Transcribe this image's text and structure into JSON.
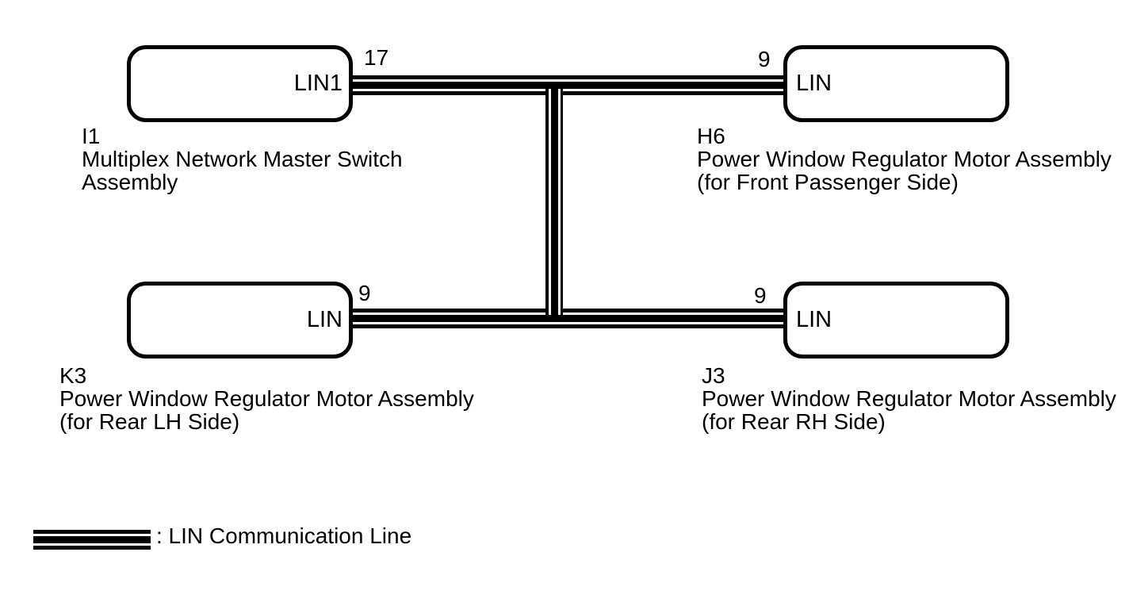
{
  "colors": {
    "ink": "#000000",
    "background": "#ffffff"
  },
  "nodes": {
    "master": {
      "code": "I1",
      "pin": "17",
      "port": "LIN1",
      "name_line1": "Multiplex Network Master Switch",
      "name_line2": "Assembly"
    },
    "front_passenger": {
      "code": "H6",
      "pin": "9",
      "port": "LIN",
      "name_line1": "Power Window Regulator Motor Assembly",
      "name_line2": "(for Front Passenger Side)"
    },
    "rear_lh": {
      "code": "K3",
      "pin": "9",
      "port": "LIN",
      "name_line1": "Power Window Regulator Motor Assembly",
      "name_line2": "(for Rear LH Side)"
    },
    "rear_rh": {
      "code": "J3",
      "pin": "9",
      "port": "LIN",
      "name_line1": "Power Window Regulator Motor Assembly",
      "name_line2": "(for Rear RH Side)"
    }
  },
  "topology": {
    "top_bus": [
      "I1",
      "H6"
    ],
    "bottom_bus": [
      "K3",
      "J3"
    ],
    "vertical_branch": "connects top bus to bottom bus",
    "line_style": "triple-black-line"
  },
  "legend": {
    "label": ": LIN Communication Line"
  }
}
